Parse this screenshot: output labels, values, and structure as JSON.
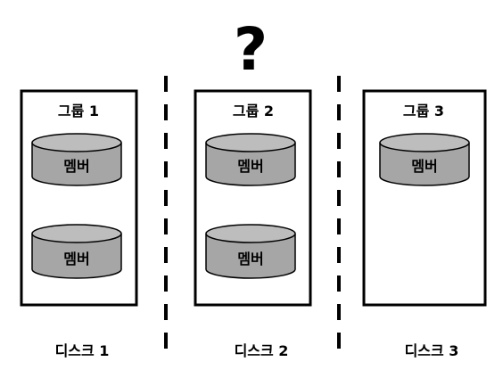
{
  "question_mark": "?",
  "colors": {
    "cylinder_fill": "#a6a6a6",
    "cylinder_top": "#bdbdbd",
    "stroke": "#000000",
    "background": "#ffffff"
  },
  "groups": [
    {
      "label": "그룹 1",
      "members": [
        "멤버",
        "멤버"
      ]
    },
    {
      "label": "그룹 2",
      "members": [
        "멤버",
        "멤버"
      ]
    },
    {
      "label": "그룹 3",
      "members": [
        "멤버"
      ]
    }
  ],
  "disks": [
    {
      "label": "디스크 1"
    },
    {
      "label": "디스크 2"
    },
    {
      "label": "디스크 3"
    }
  ]
}
